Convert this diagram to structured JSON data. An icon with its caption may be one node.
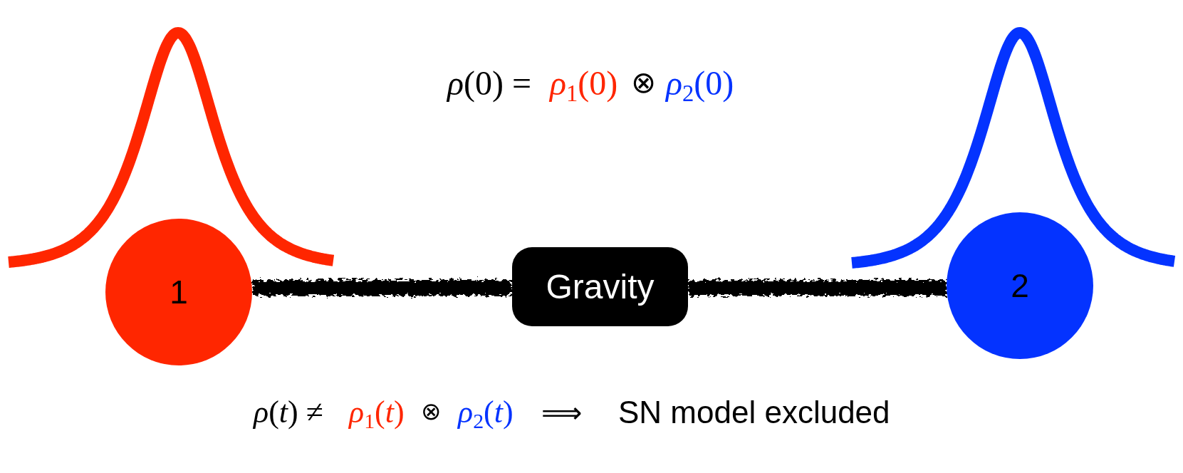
{
  "diagram": {
    "nodes": [
      {
        "text": [
          "1"
        ]
      },
      {
        "text": [
          "Gravity"
        ]
      },
      {
        "text": [
          "2"
        ]
      }
    ],
    "edges": [
      {
        "from": 0,
        "to": 1,
        "arrow": "none"
      },
      {
        "from": 1,
        "to": 2,
        "arrow": "none"
      }
    ],
    "labels": [
      "*ρ*(0) =",
      "*ρ*$_{1}$(0)",
      "⊗",
      "*ρ*$_{2}$(0)",
      "*ρ*(*t*) ≠",
      "*ρ*$_{1}$(*t*)",
      "⊗",
      "*ρ*$_{2}$(*t*)",
      "⟹",
      "SN model excluded"
    ]
  }
}
